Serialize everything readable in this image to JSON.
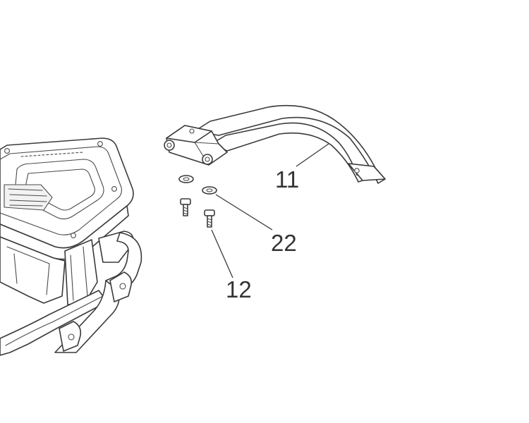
{
  "callouts": {
    "part_11": "11",
    "part_22": "22",
    "part_12": "12"
  },
  "colors": {
    "line": "#3a3a3a",
    "background": "#ffffff"
  }
}
